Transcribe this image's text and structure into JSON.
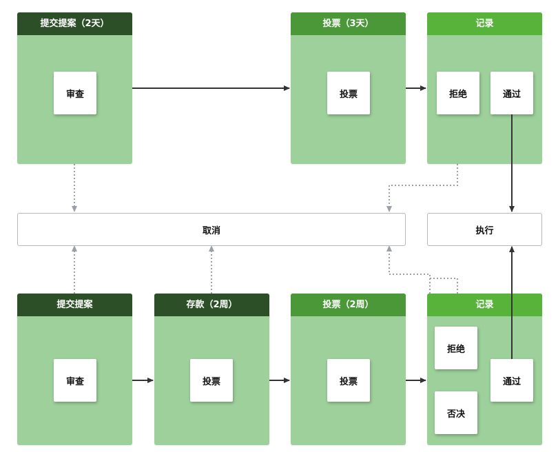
{
  "colors": {
    "lane_body": "#9dd09a",
    "header_dark": "#2d4f27",
    "header_mid": "#4a9837",
    "header_light": "#58b33b",
    "solid_arrow": "#333333",
    "dotted_arrow": "#9aa0a8"
  },
  "top_lanes": [
    {
      "header": "提交提案（2天）",
      "cards": [
        "审查"
      ]
    },
    {
      "header": "投票（3天）",
      "cards": [
        "投票"
      ]
    },
    {
      "header": "记录",
      "cards": [
        "拒绝",
        "通过"
      ]
    }
  ],
  "bars": {
    "cancel": "取消",
    "execute": "执行"
  },
  "bottom_lanes": [
    {
      "header": "提交提案",
      "cards": [
        "审查"
      ]
    },
    {
      "header": "存款（2周）",
      "cards": [
        "投票"
      ]
    },
    {
      "header": "投票（2周）",
      "cards": [
        "投票"
      ]
    },
    {
      "header": "记录",
      "cards": [
        "拒绝",
        "否决",
        "通过"
      ]
    }
  ]
}
